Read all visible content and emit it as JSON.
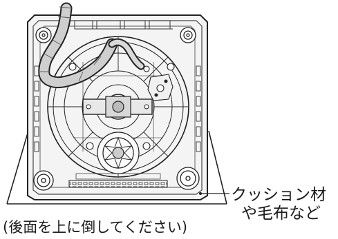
{
  "callout": {
    "line1": "クッション材",
    "line2": "や毛布など"
  },
  "caption": "(後面を上に倒してください)"
}
